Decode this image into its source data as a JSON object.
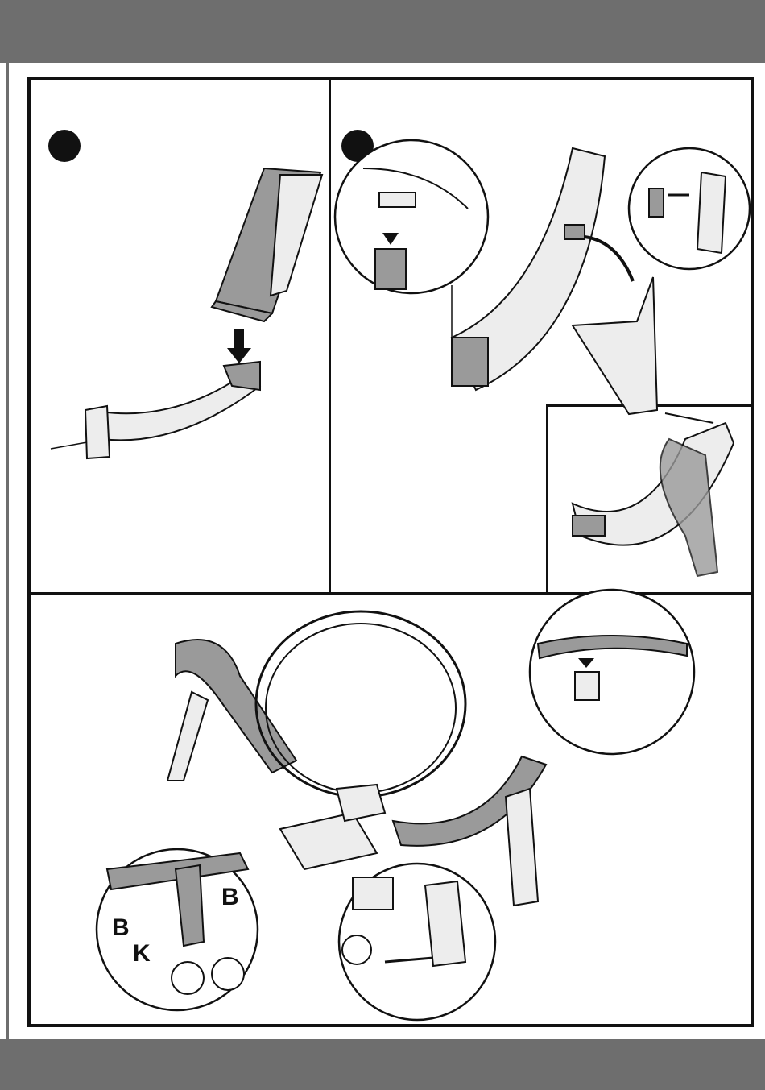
{
  "page": {
    "header_color": "#6e6e6e",
    "footer_color": "#6e6e6e"
  },
  "panels": [
    {
      "step_marker": "filled-circle",
      "illustration": "ramp-section-attach"
    },
    {
      "step_marker": "filled-circle",
      "illustration": "curved-track-support-attach"
    },
    {
      "illustration": "assembled-ramp-with-support"
    },
    {
      "illustration": "full-loop-track-assembly"
    }
  ],
  "callouts": {
    "label_b_left": "B",
    "label_b_right": "B",
    "label_k": "K"
  }
}
